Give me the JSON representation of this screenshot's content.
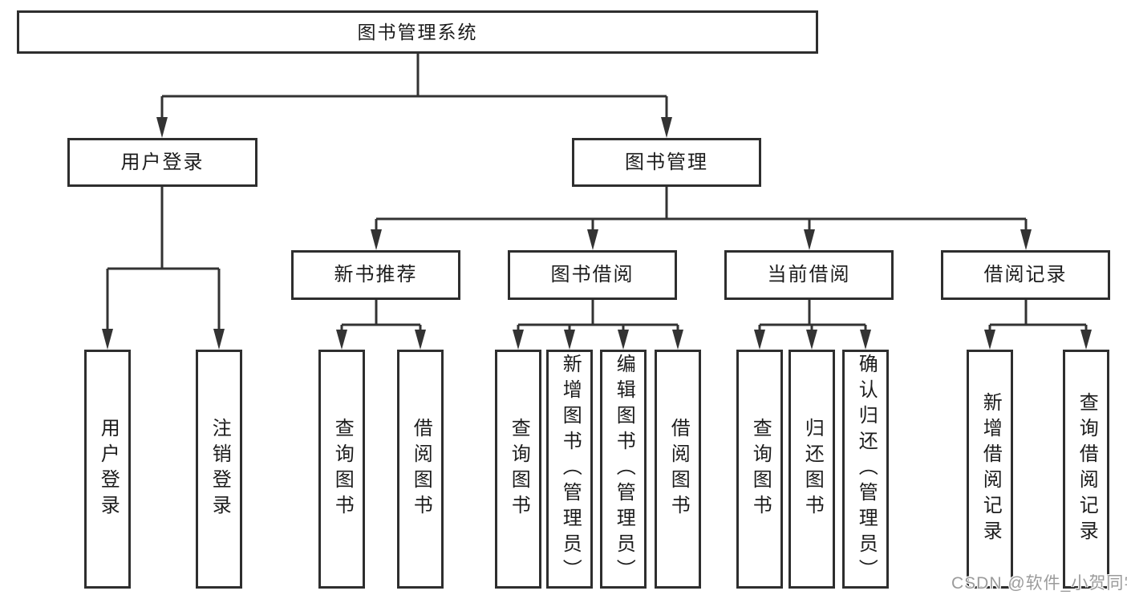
{
  "diagram": {
    "title": "图书管理系统",
    "branches": [
      {
        "label": "用户登录",
        "children": [
          {
            "label": "用户登录"
          },
          {
            "label": "注销登录"
          }
        ]
      },
      {
        "label": "图书管理",
        "children": [
          {
            "label": "新书推荐",
            "children": [
              {
                "label": "查询图书"
              },
              {
                "label": "借阅图书"
              }
            ]
          },
          {
            "label": "图书借阅",
            "children": [
              {
                "label": "查询图书"
              },
              {
                "label": "新增图书（管理员）"
              },
              {
                "label": "编辑图书（管理员）"
              },
              {
                "label": "借阅图书"
              }
            ]
          },
          {
            "label": "当前借阅",
            "children": [
              {
                "label": "查询图书"
              },
              {
                "label": "归还图书"
              },
              {
                "label": "确认归还（管理员）"
              }
            ]
          },
          {
            "label": "借阅记录",
            "children": [
              {
                "label": "新增借阅记录"
              },
              {
                "label": "查询借阅记录"
              }
            ]
          }
        ]
      }
    ]
  },
  "watermark": {
    "text": "CSDN @软件_小贺同学"
  },
  "colors": {
    "line": "#333333",
    "box_border": "#2e2e2e",
    "text": "#1c1c1c",
    "background": "#ffffff",
    "watermark": "#9b9b9b"
  }
}
